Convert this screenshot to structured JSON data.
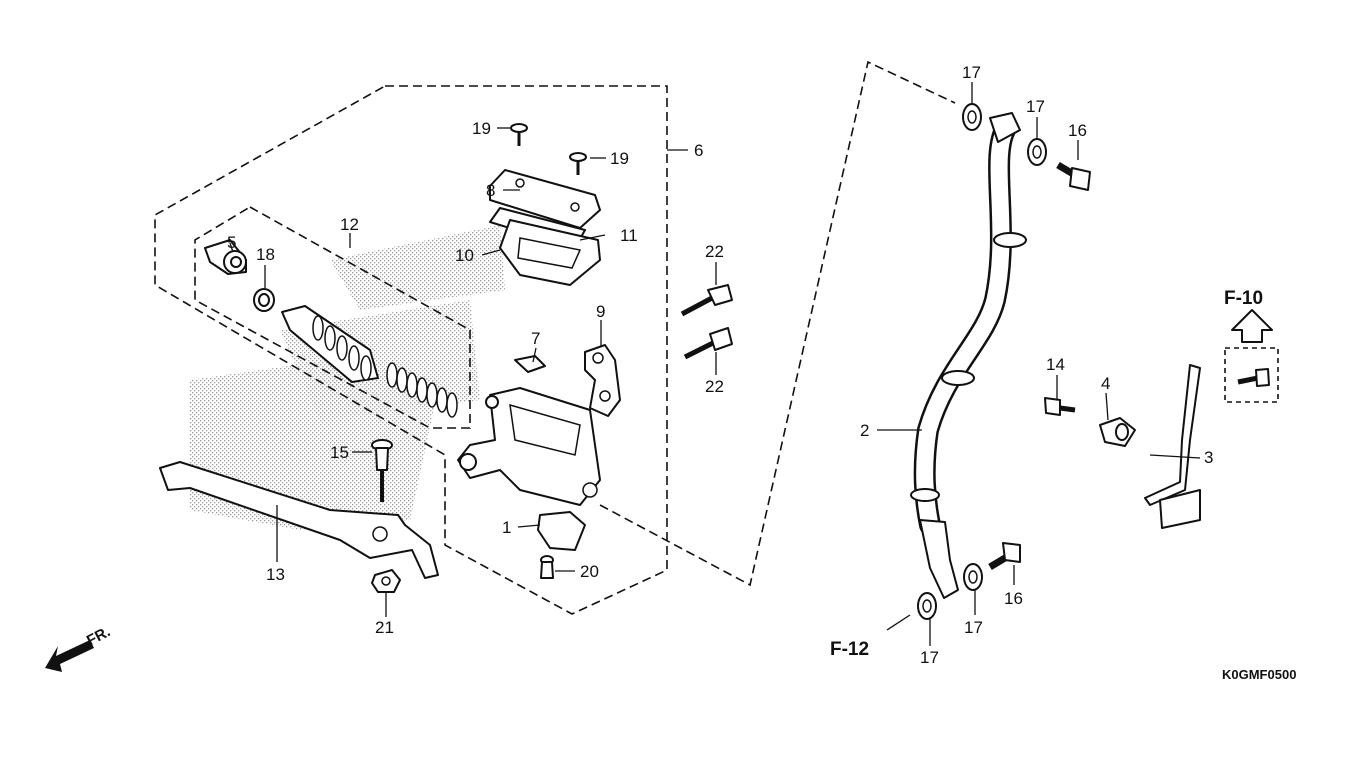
{
  "diagram": {
    "callouts": {
      "c1": "1",
      "c2": "2",
      "c3": "3",
      "c4": "4",
      "c5": "5",
      "c6": "6",
      "c7": "7",
      "c8": "8",
      "c9": "9",
      "c10": "10",
      "c11": "11",
      "c12": "12",
      "c13": "13",
      "c14": "14",
      "c15": "15",
      "c16a": "16",
      "c16b": "16",
      "c17a": "17",
      "c17b": "17",
      "c17c": "17",
      "c17d": "17",
      "c18": "18",
      "c19a": "19",
      "c19b": "19",
      "c20": "20",
      "c21": "21",
      "c22a": "22",
      "c22b": "22"
    },
    "refs": {
      "f10": "F-10",
      "f12": "F-12"
    },
    "direction_label": "FR.",
    "diagram_code": "K0GMF0500",
    "colors": {
      "ink": "#111111",
      "stipple": "#9a9a9a",
      "background": "#ffffff"
    }
  }
}
